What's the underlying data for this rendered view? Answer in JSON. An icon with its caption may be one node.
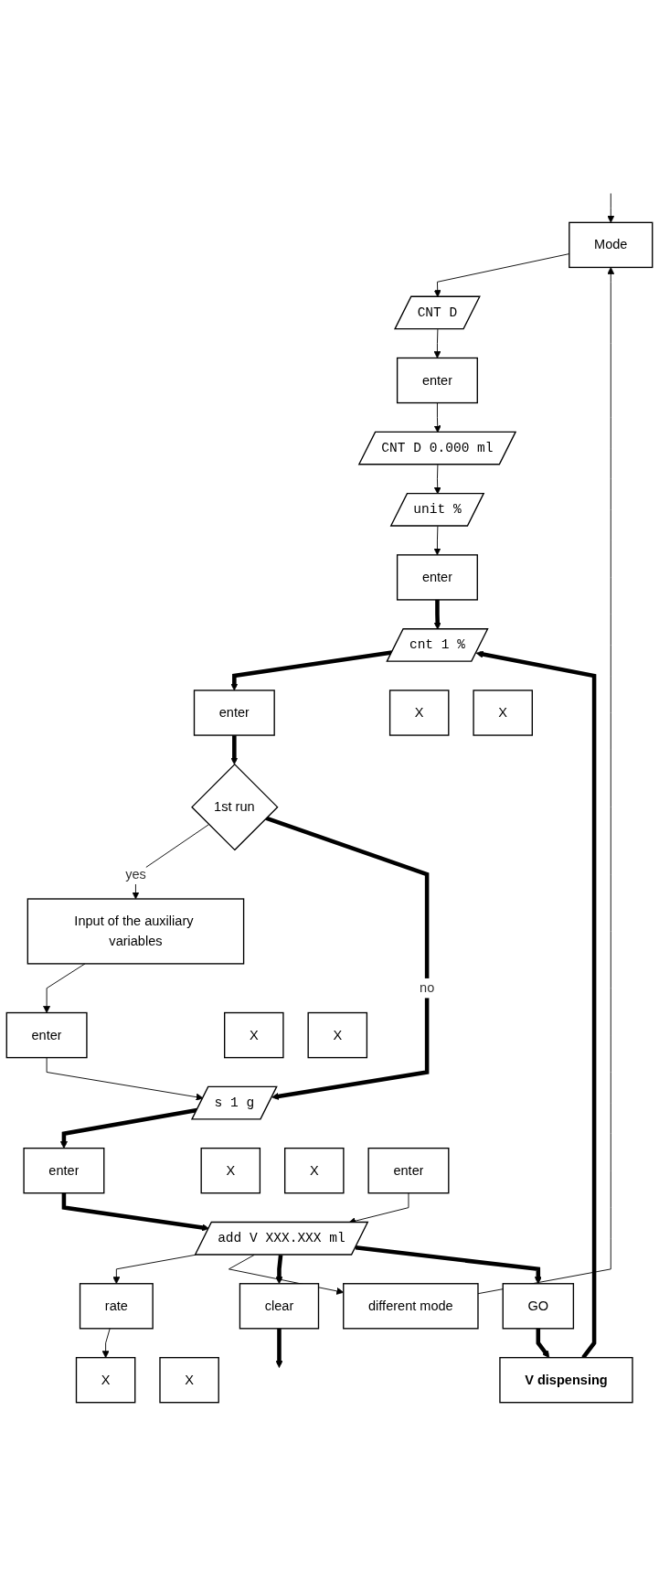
{
  "diagram": {
    "nodes": [
      {
        "text": [
          "Mode"
        ]
      },
      {
        "text": [
          "CNT D"
        ]
      },
      {
        "text": [
          "enter"
        ]
      },
      {
        "text": [
          "CNT D 0.000 ml"
        ]
      },
      {
        "text": [
          "unit %"
        ]
      },
      {
        "text": [
          "enter"
        ]
      },
      {
        "text": [
          "cnt 1 %"
        ]
      },
      {
        "text": [
          "X"
        ]
      },
      {
        "text": [
          "X"
        ]
      },
      {
        "text": [
          "enter"
        ]
      },
      {
        "text": [
          "1st run"
        ]
      },
      {
        "text": [
          "Input of the auxiliary variables"
        ]
      },
      {
        "text": [
          "X"
        ]
      },
      {
        "text": [
          "X"
        ]
      },
      {
        "text": [
          "enter"
        ]
      },
      {
        "text": [
          "s 1 g"
        ]
      },
      {
        "text": [
          "X"
        ]
      },
      {
        "text": [
          "X"
        ]
      },
      {
        "text": [
          "enter"
        ]
      },
      {
        "text": [
          "X"
        ]
      },
      {
        "text": [
          "X"
        ]
      },
      {
        "text": [
          "enter"
        ]
      },
      {
        "text": [
          "rate"
        ]
      },
      {
        "text": [
          "add V XXX.XXX ml"
        ]
      },
      {
        "text": [
          "different mode"
        ]
      },
      {
        "text": [
          "clear"
        ]
      },
      {
        "text": [
          "GO"
        ]
      },
      {
        "text": [
          "V dispensing"
        ]
      }
    ],
    "edges": [
      {
        "from": null,
        "to": 0,
        "arrow": "to"
      },
      {
        "from": 0,
        "to": 1,
        "arrow": "to"
      },
      {
        "from": 1,
        "to": 2,
        "arrow": "to"
      },
      {
        "from": 2,
        "to": 3,
        "arrow": "to"
      },
      {
        "from": 3,
        "to": 4,
        "arrow": "to"
      },
      {
        "from": 4,
        "to": 5,
        "arrow": "to"
      },
      {
        "from": 5,
        "to": 6,
        "arrow": "to",
        "style": "thick"
      },
      {
        "from": 6,
        "to": 9,
        "arrow": "to",
        "style": "thick"
      },
      {
        "from": 9,
        "to": 10,
        "arrow": "to",
        "style": "thick"
      },
      {
        "from": 10,
        "to": 11,
        "arrow": "to",
        "label": "yes"
      },
      {
        "from": 10,
        "to": 15,
        "arrow": "to",
        "label": "no",
        "style": "thick"
      },
      {
        "from": 11,
        "to": 14,
        "arrow": "to"
      },
      {
        "from": 14,
        "to": 15,
        "arrow": "to"
      },
      {
        "from": 15,
        "to": 18,
        "arrow": "to",
        "style": "thick"
      },
      {
        "from": 18,
        "to": 23,
        "arrow": "to",
        "style": "thick"
      },
      {
        "from": 21,
        "to": 23,
        "arrow": "to"
      },
      {
        "from": 23,
        "to": 22,
        "arrow": "to"
      },
      {
        "from": 22,
        "to": 19,
        "arrow": "to"
      },
      {
        "from": 23,
        "to": 24,
        "arrow": "to"
      },
      {
        "from": 23,
        "to": 25,
        "arrow": "to",
        "style": "thick"
      },
      {
        "from": 23,
        "to": 26,
        "arrow": "to",
        "style": "thick"
      },
      {
        "from": 26,
        "to": 27,
        "arrow": "to",
        "style": "thick"
      },
      {
        "from": 25,
        "to": null,
        "arrow": "to",
        "style": "thick"
      },
      {
        "from": 27,
        "to": 6,
        "arrow": "to",
        "style": "thick"
      },
      {
        "from": 24,
        "to": 0,
        "arrow": "to"
      }
    ]
  }
}
